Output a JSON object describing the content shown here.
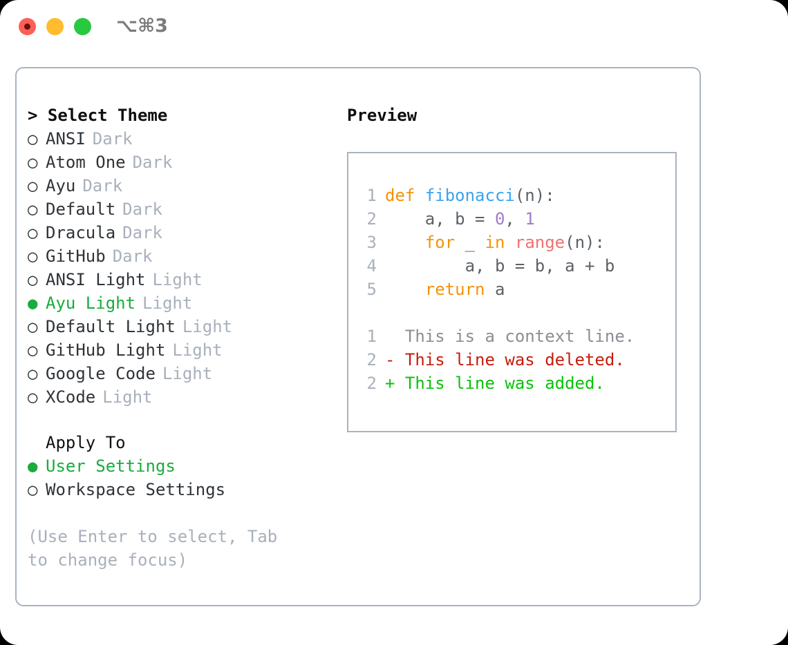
{
  "window": {
    "title": "⌥⌘3",
    "traffic_lights": [
      "close-red",
      "minimize-yellow",
      "maximize-green"
    ]
  },
  "theme_list": {
    "header": "> Select Theme",
    "items": [
      {
        "marker": "○",
        "label": "ANSI",
        "category": "Dark",
        "selected": false
      },
      {
        "marker": "○",
        "label": "Atom One",
        "category": "Dark",
        "selected": false
      },
      {
        "marker": "○",
        "label": "Ayu",
        "category": "Dark",
        "selected": false
      },
      {
        "marker": "○",
        "label": "Default",
        "category": "Dark",
        "selected": false
      },
      {
        "marker": "○",
        "label": "Dracula",
        "category": "Dark",
        "selected": false
      },
      {
        "marker": "○",
        "label": "GitHub",
        "category": "Dark",
        "selected": false
      },
      {
        "marker": "○",
        "label": "ANSI Light",
        "category": "Light",
        "selected": false
      },
      {
        "marker": "●",
        "label": "Ayu Light",
        "category": "Light",
        "selected": true
      },
      {
        "marker": "○",
        "label": "Default Light",
        "category": "Light",
        "selected": false
      },
      {
        "marker": "○",
        "label": "GitHub Light",
        "category": "Light",
        "selected": false
      },
      {
        "marker": "○",
        "label": "Google Code",
        "category": "Light",
        "selected": false
      },
      {
        "marker": "○",
        "label": "XCode",
        "category": "Light",
        "selected": false
      }
    ]
  },
  "apply_to": {
    "header": "Apply To",
    "items": [
      {
        "marker": "●",
        "label": "User Settings",
        "selected": true
      },
      {
        "marker": "○",
        "label": "Workspace Settings",
        "selected": false
      }
    ]
  },
  "hint": "(Use Enter to select, Tab to change focus)",
  "preview": {
    "header": "Preview",
    "code_lines": [
      {
        "num": "1",
        "tokens": [
          {
            "t": "def",
            "c": "kw"
          },
          {
            "t": " ",
            "c": "plain"
          },
          {
            "t": "fibonacci",
            "c": "fn"
          },
          {
            "t": "(n):",
            "c": "plain"
          }
        ]
      },
      {
        "num": "2",
        "tokens": [
          {
            "t": "    a, b = ",
            "c": "plain"
          },
          {
            "t": "0",
            "c": "num"
          },
          {
            "t": ", ",
            "c": "plain"
          },
          {
            "t": "1",
            "c": "num"
          }
        ]
      },
      {
        "num": "3",
        "tokens": [
          {
            "t": "    ",
            "c": "plain"
          },
          {
            "t": "for",
            "c": "kw"
          },
          {
            "t": " _ ",
            "c": "plain"
          },
          {
            "t": "in",
            "c": "kw"
          },
          {
            "t": " ",
            "c": "plain"
          },
          {
            "t": "range",
            "c": "bi"
          },
          {
            "t": "(n):",
            "c": "plain"
          }
        ]
      },
      {
        "num": "4",
        "tokens": [
          {
            "t": "        a, b = b, a + b",
            "c": "plain"
          }
        ]
      },
      {
        "num": "5",
        "tokens": [
          {
            "t": "    ",
            "c": "plain"
          },
          {
            "t": "return",
            "c": "kw"
          },
          {
            "t": " a",
            "c": "plain"
          }
        ]
      }
    ],
    "diff_lines": [
      {
        "num": "1",
        "text": "  This is a context line.",
        "kind": "context"
      },
      {
        "num": "2",
        "text": "- This line was deleted.",
        "kind": "deleted"
      },
      {
        "num": "2",
        "text": "+ This line was added.",
        "kind": "added"
      }
    ]
  },
  "colors": {
    "selected_green": "#1aab3d",
    "muted_gray": "#a8b0bb",
    "border": "#a9b3c0",
    "keyword_orange": "#f2940a",
    "function_blue": "#3aa3f0",
    "number_purple": "#a37acc",
    "builtin_red": "#f07171",
    "diff_deleted": "#c41d0d",
    "diff_added": "#0ac20a"
  }
}
